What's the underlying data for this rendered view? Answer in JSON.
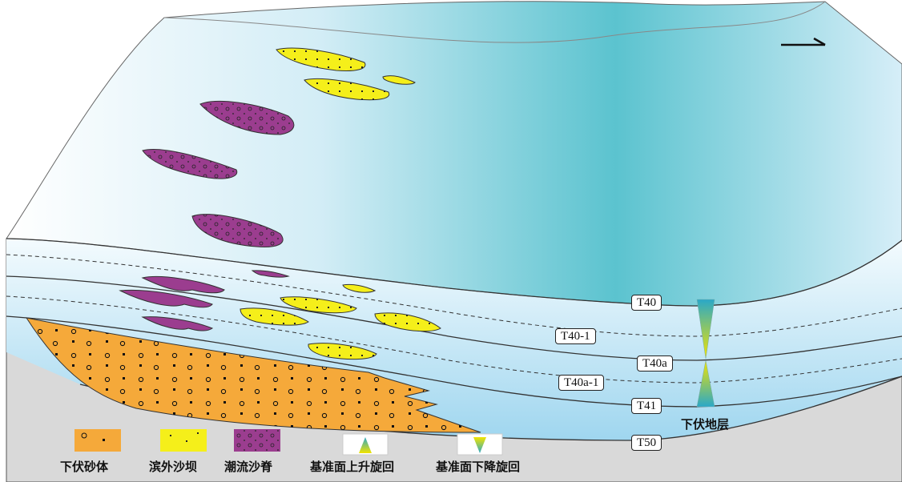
{
  "horizons": {
    "t40": "T40",
    "t40_1": "T40-1",
    "t40a": "T40a",
    "t40a_1": "T40a-1",
    "t41": "T41",
    "t50": "T50"
  },
  "underlying_strata_label": "下伏地层",
  "legend": {
    "underlying_sand": "下伏砂体",
    "offshore_bar": "滨外沙坝",
    "tidal_ridge": "潮流沙脊",
    "base_rise_cycle": "基准面上升旋回",
    "base_fall_cycle": "基准面下降旋回"
  },
  "colors": {
    "sand_orange": "#f5a93a",
    "bar_yellow": "#f5ef1a",
    "ridge_purple": "#9b3d8f",
    "water_blue": "#5cc3d0",
    "basement_gray": "#d8d8d8"
  },
  "icons": {
    "direction": "north-arrow-icon"
  }
}
